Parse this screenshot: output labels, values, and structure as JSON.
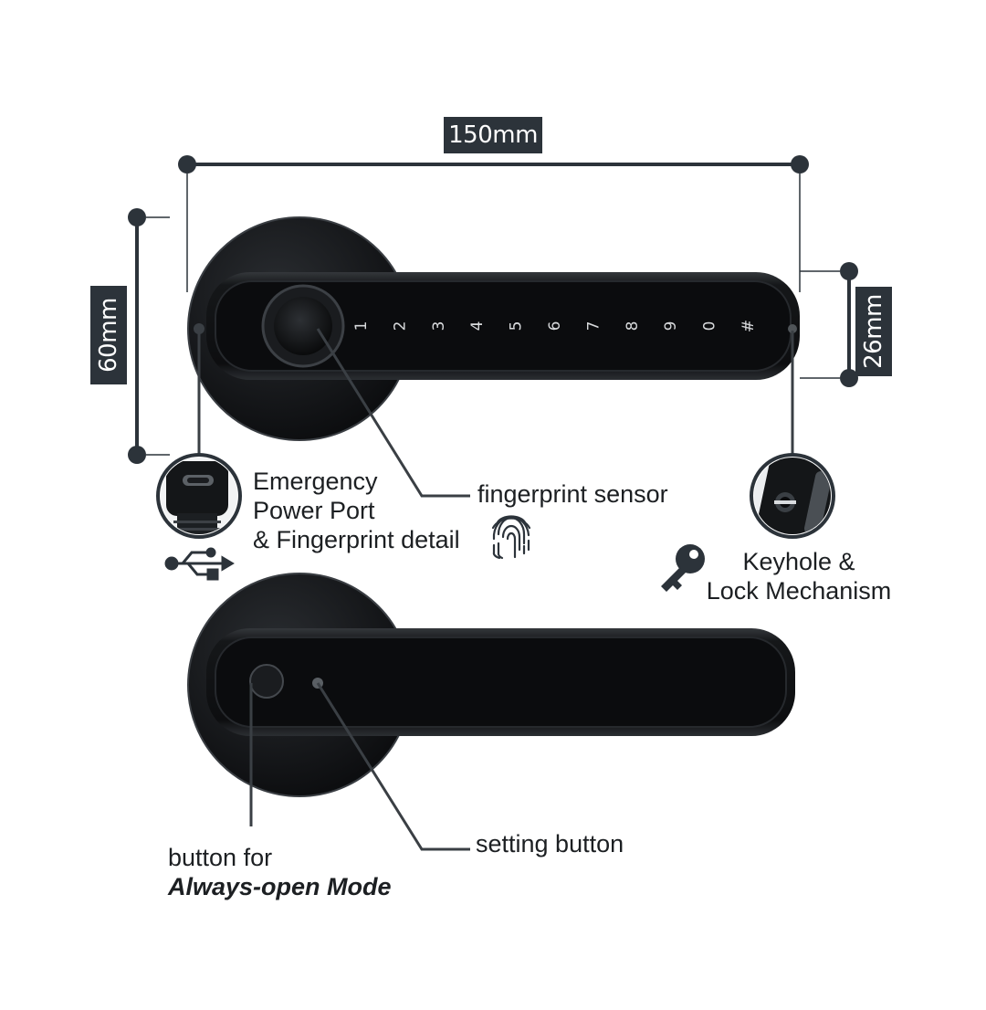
{
  "dimensions": {
    "width": "150mm",
    "height": "60mm",
    "handle_height": "26mm"
  },
  "keypad": {
    "keys": [
      "1",
      "2",
      "3",
      "4",
      "5",
      "6",
      "7",
      "8",
      "9",
      "0",
      "#"
    ]
  },
  "callouts": {
    "power_port": [
      "Emergency",
      "Power Port",
      "& Fingerprint detail"
    ],
    "fingerprint_sensor": "fingerprint sensor",
    "keyhole": [
      "Keyhole &",
      "Lock Mechanism"
    ],
    "setting_button": "setting button",
    "always_open": [
      "button for",
      "Always-open Mode"
    ]
  },
  "icons": {
    "usb": "usb-icon",
    "fingerprint": "fingerprint-icon",
    "key": "key-icon"
  },
  "colors": {
    "dimension_line": "#2c333a",
    "lock_body": "#121416",
    "leader_line": "#3a3f44",
    "text": "#1c1f22"
  }
}
